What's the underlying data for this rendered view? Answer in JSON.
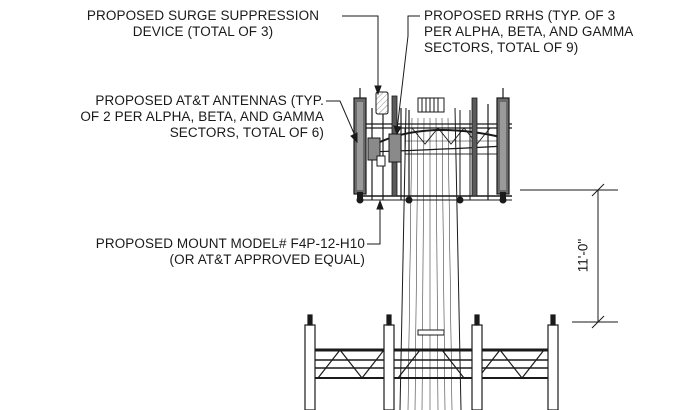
{
  "callouts": {
    "surge": {
      "lines": [
        "PROPOSED SURGE SUPPRESSION",
        "DEVICE (TOTAL OF 3)"
      ]
    },
    "rrhs": {
      "lines": [
        "PROPOSED RRHS (TYP. OF 3",
        "PER ALPHA, BETA, AND GAMMA",
        "SECTORS, TOTAL OF 9)"
      ]
    },
    "antennas": {
      "lines": [
        "PROPOSED AT&T ANTENNAS (TYP.",
        "OF 2 PER ALPHA, BETA, AND GAMMA",
        "SECTORS, TOTAL OF 6)"
      ]
    },
    "mount": {
      "lines": [
        "PROPOSED MOUNT MODEL# F4P-12-H10",
        "(OR AT&T APPROVED EQUAL)"
      ]
    }
  },
  "dimension": {
    "label": "11'-0\""
  },
  "colors": {
    "line": "#1a1a1a",
    "fill_dark": "#4a4a4a",
    "fill_mid": "#8a8a8a",
    "background": "#ffffff"
  }
}
